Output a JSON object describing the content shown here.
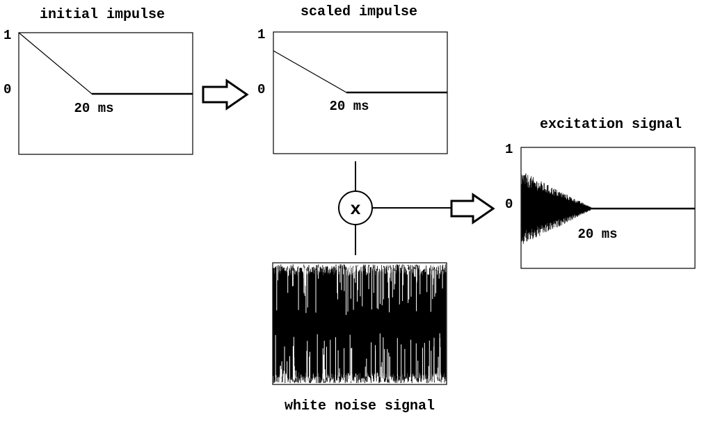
{
  "panels": {
    "initial": {
      "title": "initial impulse",
      "y_top": "1",
      "y_zero": "0",
      "duration": "20 ms"
    },
    "scaled": {
      "title": "scaled impulse",
      "y_top": "1",
      "y_zero": "0",
      "duration": "20 ms"
    },
    "excitation": {
      "title": "excitation signal",
      "y_top": "1",
      "y_zero": "0",
      "duration": "20 ms"
    },
    "noise": {
      "title": "white noise signal"
    }
  },
  "operator": {
    "symbol": "x"
  },
  "colors": {
    "ink": "#000000",
    "background": "#ffffff"
  }
}
